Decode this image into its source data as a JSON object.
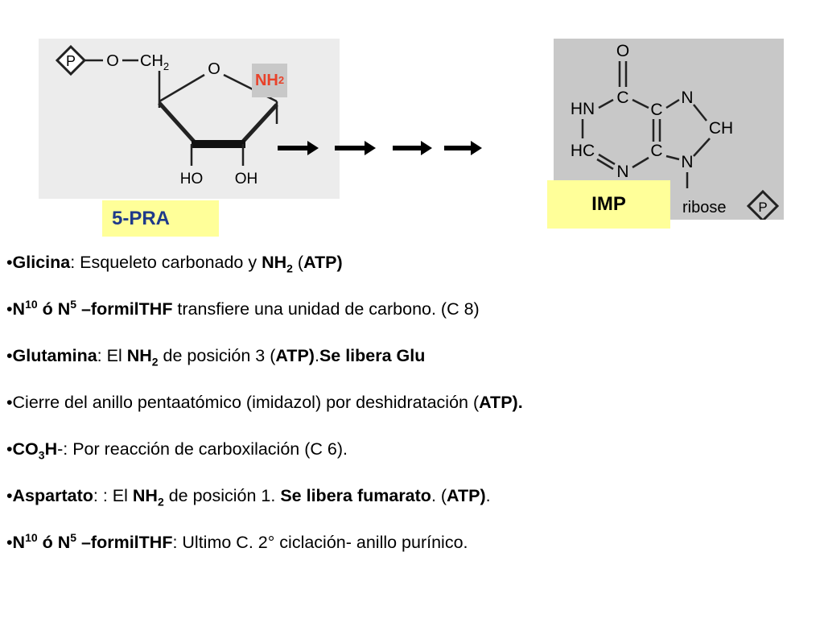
{
  "pra_molecule": {
    "p_label": "P",
    "o_label": "O",
    "ch2_label": "CH",
    "ch2_sub": "2",
    "ring_o_label": "O",
    "ho_label": "HO",
    "oh_label": "OH",
    "nh2_text": "NH",
    "nh2_sub": "2",
    "compound_label": "5-PRA"
  },
  "imp_molecule": {
    "o_label": "O",
    "hn_label": "HN",
    "c_label": "C",
    "n_label": "N",
    "ch_label": "CH",
    "hc_label": "HC",
    "ribose_label": "ribose",
    "p_label": "P",
    "compound_label": "IMP"
  },
  "bullets": [
    {
      "parts": [
        {
          "t": "•"
        },
        {
          "t": "Glicina",
          "b": true
        },
        {
          "t": ": Esqueleto carbonado y "
        },
        {
          "t": "NH",
          "b": true
        },
        {
          "t": "2",
          "b": true,
          "sub": true
        },
        {
          "t": " ("
        },
        {
          "t": "ATP)",
          "b": true
        }
      ]
    },
    {
      "parts": [
        {
          "t": "•"
        },
        {
          "t": "N",
          "b": true
        },
        {
          "t": "10",
          "b": true,
          "sup": true
        },
        {
          "t": " ó N",
          "b": true
        },
        {
          "t": "5",
          "b": true,
          "sup": true
        },
        {
          "t": " –formilTHF",
          "b": true
        },
        {
          "t": " transfiere una unidad de carbono. (C 8)"
        }
      ]
    },
    {
      "parts": [
        {
          "t": "•"
        },
        {
          "t": "Glutamina",
          "b": true
        },
        {
          "t": ": El "
        },
        {
          "t": "NH",
          "b": true
        },
        {
          "t": "2",
          "b": true,
          "sub": true
        },
        {
          "t": " de posición 3 ("
        },
        {
          "t": "ATP)",
          "b": true
        },
        {
          "t": "."
        },
        {
          "t": "Se libera Glu",
          "b": true
        }
      ]
    },
    {
      "parts": [
        {
          "t": "•Cierre del anillo pentaatómico (imidazol) por deshidratación ("
        },
        {
          "t": "ATP).",
          "b": true
        }
      ]
    },
    {
      "parts": [
        {
          "t": "•"
        },
        {
          "t": "CO",
          "b": true
        },
        {
          "t": "3",
          "b": true,
          "sub": true
        },
        {
          "t": "H",
          "b": true
        },
        {
          "t": "-: Por reacción de carboxilación (C 6)."
        }
      ]
    },
    {
      "parts": [
        {
          "t": "•"
        },
        {
          "t": "Aspartato",
          "b": true
        },
        {
          "t": ": : El "
        },
        {
          "t": "NH",
          "b": true
        },
        {
          "t": "2",
          "b": true,
          "sub": true
        },
        {
          "t": " de posición 1. "
        },
        {
          "t": "Se libera fumarato",
          "b": true
        },
        {
          "t": ".  ("
        },
        {
          "t": "ATP)",
          "b": true
        },
        {
          "t": "."
        }
      ]
    },
    {
      "parts": [
        {
          "t": "•"
        },
        {
          "t": "N",
          "b": true
        },
        {
          "t": "10",
          "b": true,
          "sup": true
        },
        {
          "t": " ó N",
          "b": true
        },
        {
          "t": "5",
          "b": true,
          "sup": true
        },
        {
          "t": " –formilTHF",
          "b": true
        },
        {
          "t": ": Ultimo C. 2° ciclación- anillo purínico."
        }
      ]
    }
  ]
}
